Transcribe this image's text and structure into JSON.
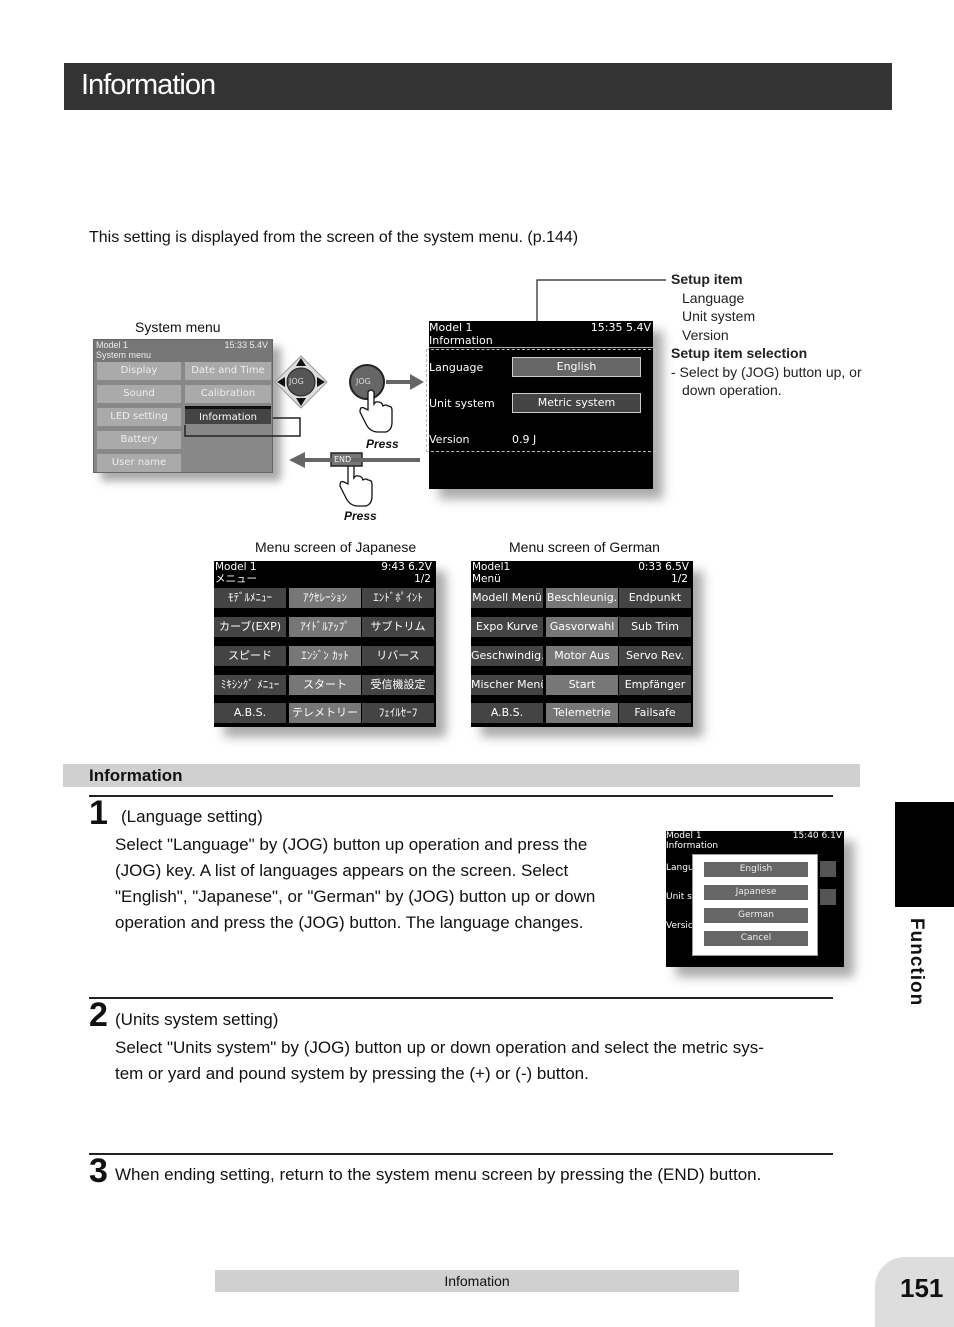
{
  "header": {
    "title": "Information"
  },
  "intro": "This setting is displayed from the screen of the system menu. (p.144)",
  "diagram": {
    "system_menu_caption": "System menu",
    "system_menu_screen": {
      "model": "Model 1",
      "time": "15:33 5.4V",
      "title": "System menu",
      "buttons": [
        "Display",
        "Date and Time",
        "Sound",
        "Calibration",
        "LED setting",
        "Information",
        "Battery",
        "User name"
      ]
    },
    "jog_label": "JOG",
    "end_label": "END",
    "press_label": "Press",
    "info_screen": {
      "model": "Model 1",
      "time": "15:35 5.4V",
      "title": "Information",
      "rows": [
        {
          "label": "Language",
          "value": "English"
        },
        {
          "label": "Unit system",
          "value": "Metric system"
        },
        {
          "label": "Version",
          "value": "0.9 J"
        }
      ]
    },
    "notes": {
      "setup_item_title": "Setup item",
      "setup_items": [
        "Language",
        "Unit system",
        "Version"
      ],
      "selection_title": "Setup item selection",
      "selection_text_1": "- Select by (JOG) button up, or",
      "selection_text_2": "down operation."
    }
  },
  "japanese_menu": {
    "caption": "Menu screen of Japanese",
    "model": "Model 1",
    "time": "9:43  6.2V",
    "title": "メニュー",
    "page": "1/2",
    "cells": [
      "ﾓﾃﾞﾙﾒﾆｭｰ",
      "ｱｸｾﾚｰｼｮﾝ",
      "ｴﾝﾄﾞﾎﾟｲﾝﾄ",
      "カーブ(EXP)",
      "ｱｲﾄﾞﾙｱｯﾌﾟ",
      "サブトリム",
      "スピード",
      "ｴﾝｼﾞﾝ ｶｯﾄ",
      "リバース",
      "ﾐｷｼﾝｸﾞ ﾒﾆｭｰ",
      "スタート",
      "受信機設定",
      "A.B.S.",
      "テレメトリー",
      "ﾌｪｲﾙｾｰﾌ"
    ]
  },
  "german_menu": {
    "caption": "Menu screen of German",
    "model": "Model1",
    "time": "0:33  6.5V",
    "title": "Menü",
    "page": "1/2",
    "cells": [
      "Modell Menü",
      "Beschleunig.",
      "Endpunkt",
      "Expo Kurve",
      "Gasvorwahl",
      "Sub Trim",
      "Geschwindig.",
      "Motor Aus",
      "Servo Rev.",
      "Mischer Menü",
      "Start",
      "Empfänger",
      "A.B.S.",
      "Telemetrie",
      "Failsafe"
    ]
  },
  "section_title": "Information",
  "steps": [
    {
      "number": "1",
      "heading": "(Language setting)",
      "lines": [
        "Select \"Language\" by (JOG) button up operation and press the",
        "(JOG) key. A list of languages appears on the screen. Select",
        "\"English\", \"Japanese\", or \"German\" by (JOG) button up or down",
        "operation and press the (JOG) button. The language changes."
      ]
    },
    {
      "number": "2",
      "heading": "(Units system setting)",
      "lines": [
        "Select \"Units system\" by (JOG) button up or down operation and select the metric sys-",
        "tem or yard and pound system by pressing the (+) or (-) button."
      ]
    },
    {
      "number": "3",
      "heading": "When ending setting, return to the system menu screen by pressing the (END) button."
    }
  ],
  "language_popup": {
    "model": "Model 1",
    "time": "15:40 6.1V",
    "title": "Information",
    "side_labels": [
      "Langu",
      "Unit s",
      "Versic"
    ],
    "options": [
      "English",
      "Japanese",
      "German",
      "Cancel"
    ]
  },
  "side_tab": "Function",
  "footer": "Infomation",
  "page_number": "151"
}
